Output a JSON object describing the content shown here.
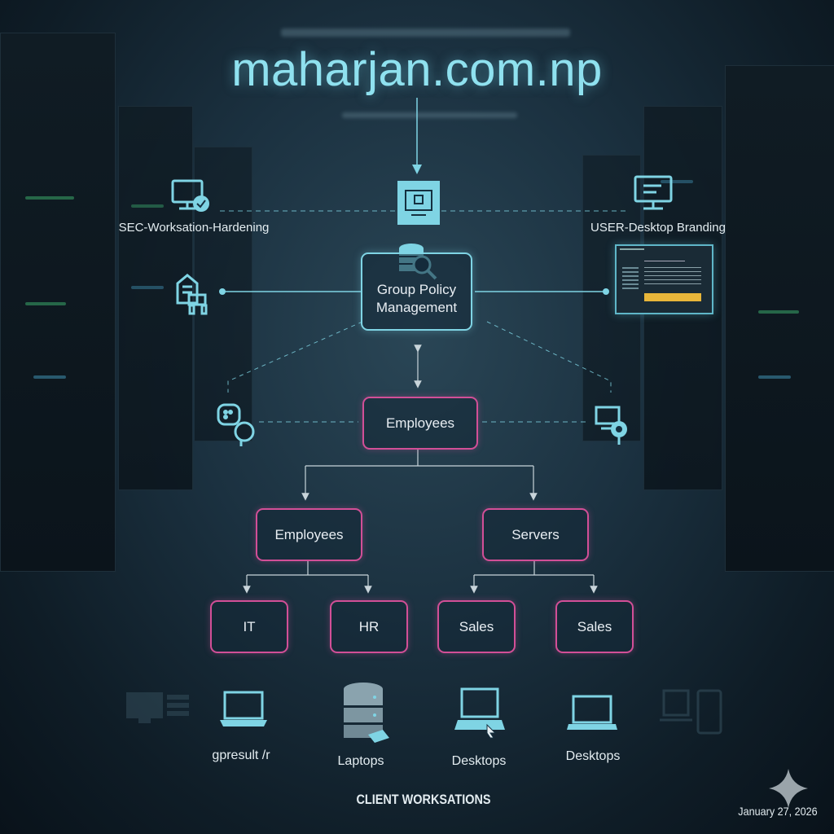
{
  "title": "maharjan.com.np",
  "colors": {
    "accent_cyan": "#7fd4e4",
    "accent_pink": "#d24f97",
    "background": "#1b3140"
  },
  "top_nodes": {
    "left": {
      "label": "SEC-Worksation-Hardening",
      "icon": "monitor-badge-check-icon"
    },
    "center": {
      "icon": "monitor-lock-icon"
    },
    "right": {
      "label": "USER-Desktop Branding",
      "icon": "monitor-icon"
    }
  },
  "gpm": {
    "line1": "Group Policy",
    "line2": "Management",
    "icon": "database-search-icon"
  },
  "side_icons": {
    "left_mid": "lock-document-icon",
    "right_mid": "desktop-screenshot",
    "left_low": "chat-bubbles-icon",
    "right_low": "computer-gear-icon"
  },
  "tree": {
    "root": "Employees",
    "children": [
      {
        "label": "Employees",
        "children": [
          "IT",
          "HR"
        ]
      },
      {
        "label": "Servers",
        "children": [
          "Sales",
          "Sales"
        ]
      }
    ]
  },
  "clients": {
    "items": [
      {
        "label": "gpresult /r",
        "icon": "laptop-icon"
      },
      {
        "label": "Laptops",
        "icon": "server-stack-icon"
      },
      {
        "label": "Desktops",
        "icon": "desktop-cursor-icon"
      },
      {
        "label": "Desktops",
        "icon": "laptop-icon"
      }
    ],
    "caption": "CLIENT WORKSATIONS"
  },
  "date": "January 27, 2026"
}
